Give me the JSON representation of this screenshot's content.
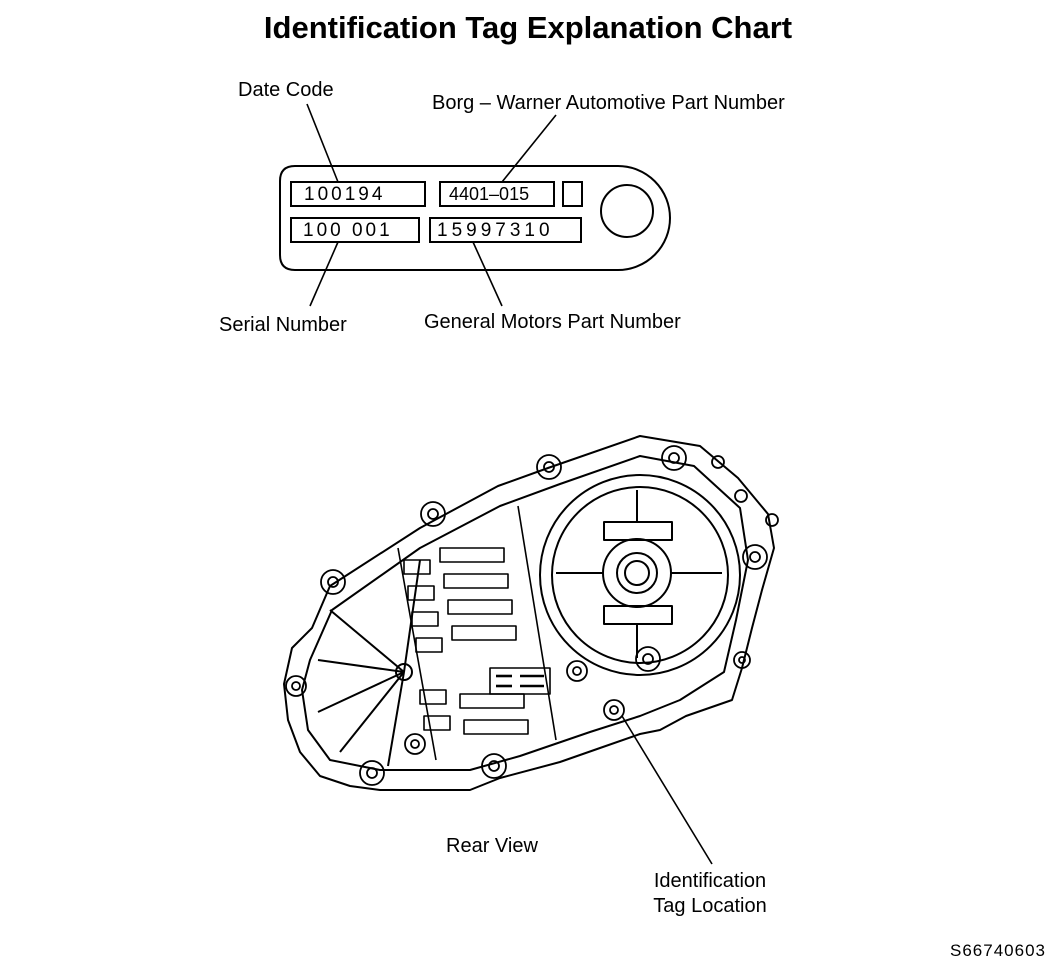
{
  "title": "Identification Tag Explanation Chart",
  "labels": {
    "date_code": "Date Code",
    "borg_warner": "Borg – Warner Automotive Part Number",
    "serial_number": "Serial Number",
    "gm_part_number": "General Motors Part Number",
    "rear_view": "Rear View",
    "tag_location_line1": "Identification",
    "tag_location_line2": "Tag Location"
  },
  "tag": {
    "date_code_value": "100194",
    "borg_warner_value": "4401–015",
    "serial_value": "100 001",
    "gm_value": "15997310"
  },
  "figure_id": "S66740603"
}
